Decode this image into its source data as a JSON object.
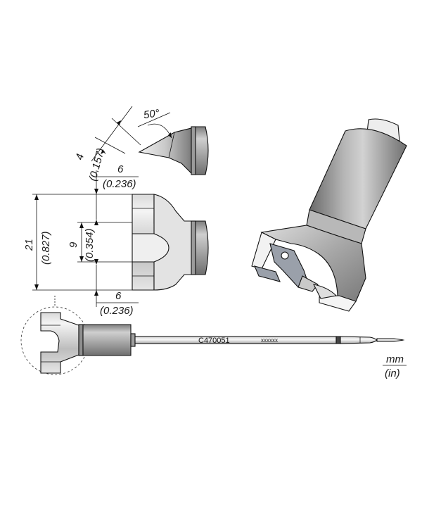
{
  "dimensions": {
    "angle": "50°",
    "bevel_mm": "4",
    "bevel_in": "(0.157)",
    "top_width_mm": "6",
    "top_width_in": "(0.236)",
    "height_mm": "21",
    "height_in": "(0.827)",
    "slot_mm": "9",
    "slot_in": "(0.354)",
    "bottom_width_mm": "6",
    "bottom_width_in": "(0.236)"
  },
  "cartridge": {
    "model": "C470051",
    "code": "xxxxxx"
  },
  "units": {
    "primary": "mm",
    "secondary": "(in)"
  },
  "colors": {
    "metal_light": "#e9e9e9",
    "metal_mid": "#bdbdbd",
    "metal_dark": "#8a8a8a",
    "line": "#111111"
  }
}
